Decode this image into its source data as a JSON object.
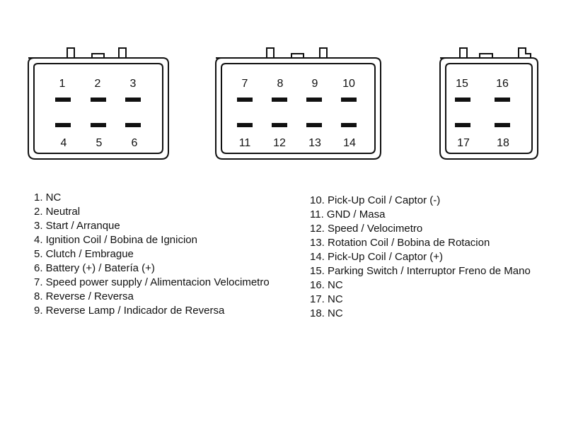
{
  "connectors": [
    {
      "name": "connector-left",
      "top_pins": [
        "1",
        "2",
        "3"
      ],
      "bottom_pins": [
        "4",
        "5",
        "6"
      ]
    },
    {
      "name": "connector-middle",
      "top_pins": [
        "7",
        "8",
        "9",
        "10"
      ],
      "bottom_pins": [
        "11",
        "12",
        "13",
        "14"
      ]
    },
    {
      "name": "connector-right",
      "top_pins": [
        "15",
        "16"
      ],
      "bottom_pins": [
        "17",
        "18"
      ]
    }
  ],
  "legend": {
    "left": [
      "1. NC",
      "2. Neutral",
      "3. Start / Arranque",
      "4. Ignition Coil / Bobina de Ignicion",
      "5. Clutch / Embrague",
      "6. Battery (+) / Batería (+)",
      "7. Speed power supply / Alimentacion Velocimetro",
      "8. Reverse / Reversa",
      "9. Reverse Lamp / Indicador de Reversa"
    ],
    "right": [
      "10. Pick-Up Coil / Captor (-)",
      "11. GND / Masa",
      "12. Speed / Velocimetro",
      "13. Rotation Coil / Bobina de Rotacion",
      "14. Pick-Up Coil / Captor (+)",
      "15. Parking Switch / Interruptor Freno de Mano",
      "16. NC",
      "17. NC",
      "18. NC"
    ]
  },
  "colors": {
    "line": "#111111",
    "background": "#ffffff"
  }
}
